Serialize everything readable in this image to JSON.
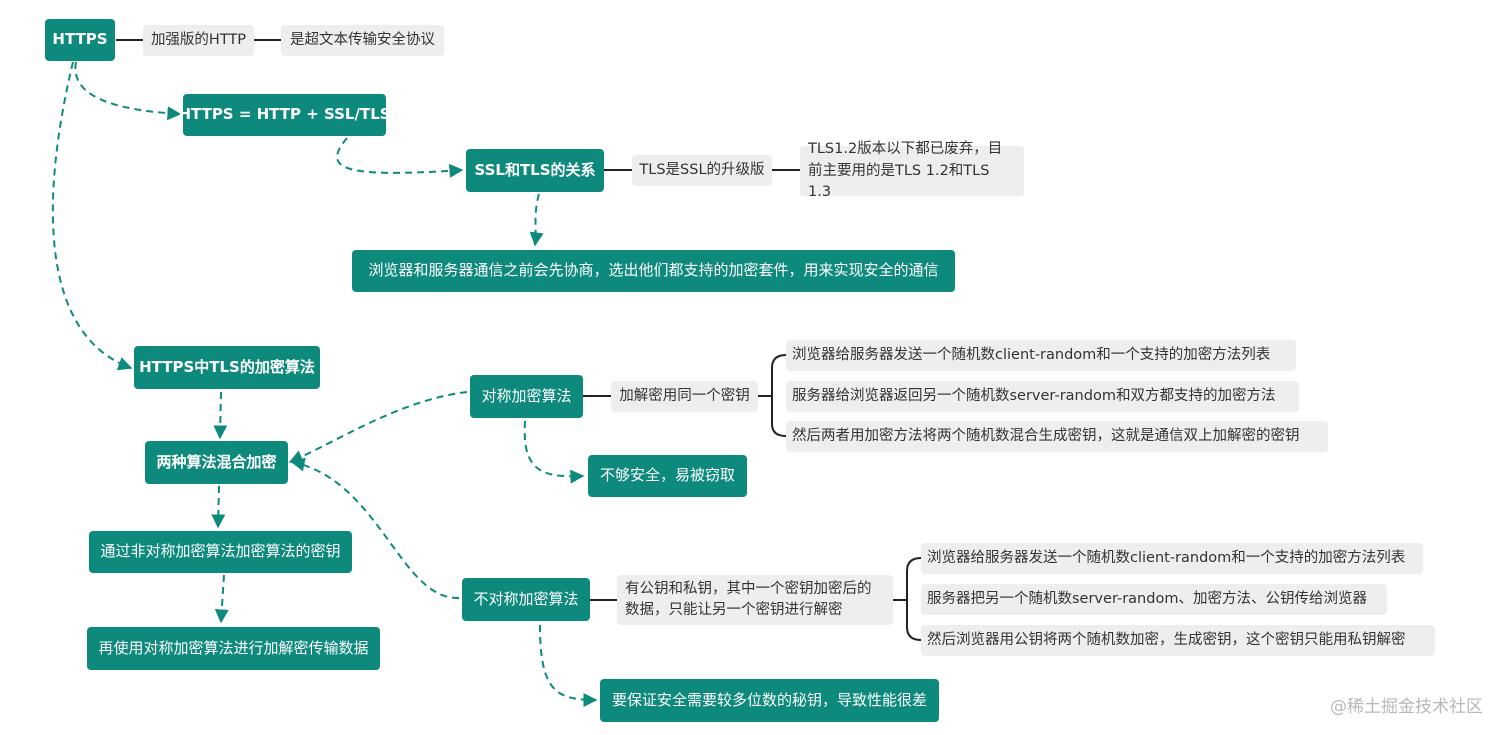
{
  "colors": {
    "node_fill": "#0e8a7c",
    "note_fill": "#eeeeee",
    "connector": "#0e8a7c"
  },
  "nodes": {
    "https": "HTTPS",
    "https_desc_1": "加强版的HTTP",
    "https_desc_2": "是超文本传输安全协议",
    "https_formula": "HTTPS = HTTP + SSL/TLS",
    "ssl_tls_relation": "SSL和TLS的关系",
    "tls_upgrade": "TLS是SSL的升级版",
    "tls_versions": "TLS1.2版本以下都已废弃，目前主要用的是TLS 1.2和TLS 1.3",
    "negotiation": "浏览器和服务器通信之前会先协商，选出他们都支持的加密套件，用来实现安全的通信",
    "tls_algorithms": "HTTPS中TLS的加密算法",
    "hybrid": "两种算法混合加密",
    "via_asymmetric": "通过非对称加密算法加密算法的密钥",
    "then_symmetric": "再使用对称加密算法进行加解密传输数据",
    "symmetric": "对称加密算法",
    "symmetric_desc": "加解密用同一个密钥",
    "sym_step_1": "浏览器给服务器发送一个随机数client-random和一个支持的加密方法列表",
    "sym_step_2": "服务器给浏览器返回另一个随机数server-random和双方都支持的加密方法",
    "sym_step_3": "然后两者用加密方法将两个随机数混合生成密钥，这就是通信双上加解密的密钥",
    "sym_weakness": "不够安全，易被窃取",
    "asymmetric": "不对称加密算法",
    "asymmetric_desc": "有公钥和私钥，其中一个密钥加密后的数据，只能让另一个密钥进行解密",
    "asym_step_1": "浏览器给服务器发送一个随机数client-random和一个支持的加密方法列表",
    "asym_step_2": "服务器把另一个随机数server-random、加密方法、公钥传给浏览器",
    "asym_step_3": "然后浏览器用公钥将两个随机数加密，生成密钥，这个密钥只能用私钥解密",
    "asym_weakness": "要保证安全需要较多位数的秘钥，导致性能很差"
  },
  "watermark": "@稀土掘金技术社区"
}
